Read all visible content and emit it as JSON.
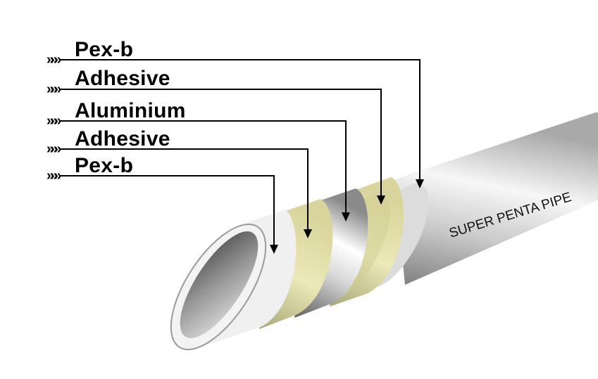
{
  "diagram": {
    "layers": [
      {
        "label": "Pex-b",
        "marker": "»»»"
      },
      {
        "label": "Adhesive",
        "marker": "»»»"
      },
      {
        "label": "Aluminium",
        "marker": "»»»"
      },
      {
        "label": "Adhesive",
        "marker": "»»»"
      },
      {
        "label": "Pex-b",
        "marker": "»»»"
      }
    ],
    "pipe_print": "SUPER PENTA PIPE",
    "colors": {
      "pipe_light": "#f4f4f4",
      "pipe_dark": "#8c8c8c",
      "adhesive": "#e6e3ad",
      "line": "#000000"
    }
  }
}
